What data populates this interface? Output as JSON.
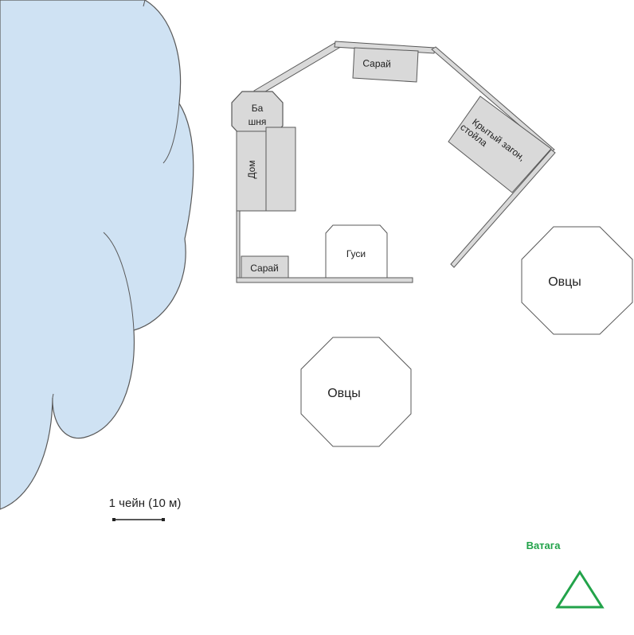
{
  "colors": {
    "water_fill": "#cfe2f3",
    "building_fill": "#d9d9d9",
    "outline": "#595959",
    "party_color": "#22a34a"
  },
  "labels": {
    "tower_line1": "Ба",
    "tower_line2": "шня",
    "house": "Дом",
    "barn_top": "Сарай",
    "barn_bottom": "Сарай",
    "covered_pen_line1": "Крытый загон,",
    "covered_pen_line2": "стойла",
    "geese": "Гуси",
    "sheep_right": "Овцы",
    "sheep_bottom": "Овцы",
    "party_label": "Ватага"
  },
  "scale_bar": {
    "label": "1 чейн (10 м)"
  },
  "icons": {
    "party_marker": "triangle-icon"
  }
}
